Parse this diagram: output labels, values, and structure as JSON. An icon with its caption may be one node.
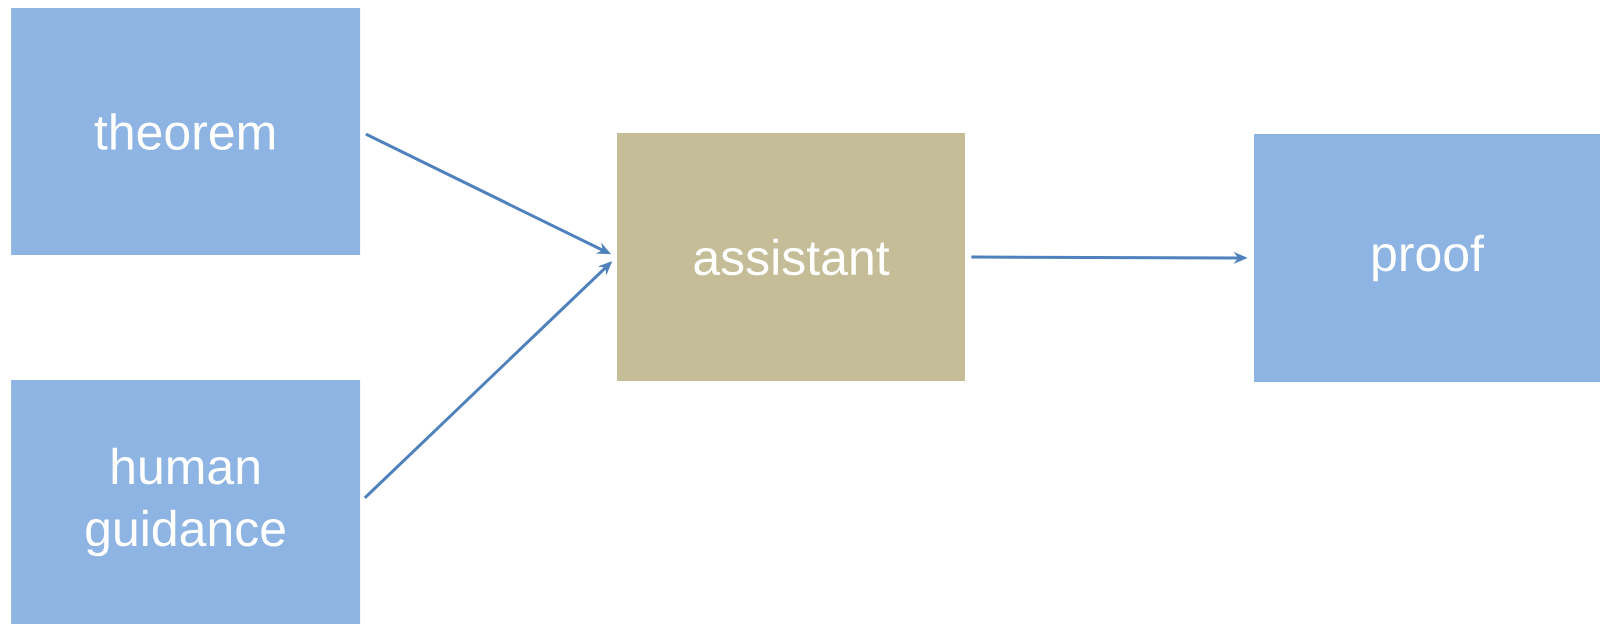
{
  "diagram": {
    "nodes": [
      {
        "text": [
          "theorem"
        ]
      },
      {
        "text": [
          "human guidance"
        ]
      },
      {
        "text": [
          "assistant"
        ]
      },
      {
        "text": [
          "proof"
        ]
      }
    ],
    "edges": [
      {
        "from": 0,
        "to": 2,
        "arrow": "to"
      },
      {
        "from": 1,
        "to": 2,
        "arrow": "to"
      },
      {
        "from": 2,
        "to": 3,
        "arrow": "to"
      }
    ]
  }
}
